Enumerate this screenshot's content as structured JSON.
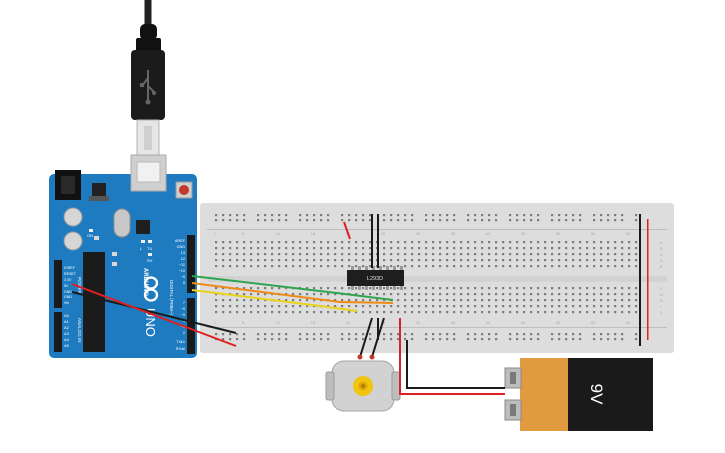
{
  "arduino": {
    "brand": "ARDUINO",
    "model": "UNO",
    "power_header_labels": [
      "IOREF",
      "RESET",
      "3.3V",
      "5V",
      "GND",
      "GND",
      "Vin"
    ],
    "analog_header_labels": [
      "A0",
      "A1",
      "A2",
      "A3",
      "A4",
      "A5"
    ],
    "analog_in_label": "ANALOG IN",
    "power_label": "POWER",
    "digital_label": "DIGITAL (PWM~)",
    "digital_header_labels": [
      "AREF",
      "GND",
      "13",
      "12",
      "~11",
      "~10",
      "~9",
      "8",
      "7",
      "~6",
      "~5",
      "4",
      "~3",
      "2",
      "TX▸1",
      "RX◂0"
    ],
    "led_labels": [
      "TX",
      "RX"
    ],
    "on_label": "ON",
    "l_label": "L"
  },
  "breadboard": {
    "column_numbers": [
      "1",
      "5",
      "10",
      "15",
      "20",
      "25",
      "30",
      "35",
      "40",
      "45",
      "50",
      "55",
      "60"
    ],
    "row_letters_top": [
      "A",
      "B",
      "C",
      "D",
      "E"
    ],
    "row_letters_bottom": [
      "F",
      "G",
      "H",
      "I",
      "J"
    ]
  },
  "chip": {
    "label": "L293D"
  },
  "battery": {
    "label": "9V"
  },
  "colors": {
    "arduino_blue": "#1e7bbf",
    "breadboard": "#dddddd",
    "wire_red": "#e02020",
    "wire_black": "#1a1a1a",
    "wire_green": "#2ea44f",
    "wire_orange": "#ef8a17",
    "wire_yellow": "#e8d21a",
    "battery_orange": "#e09a40"
  }
}
